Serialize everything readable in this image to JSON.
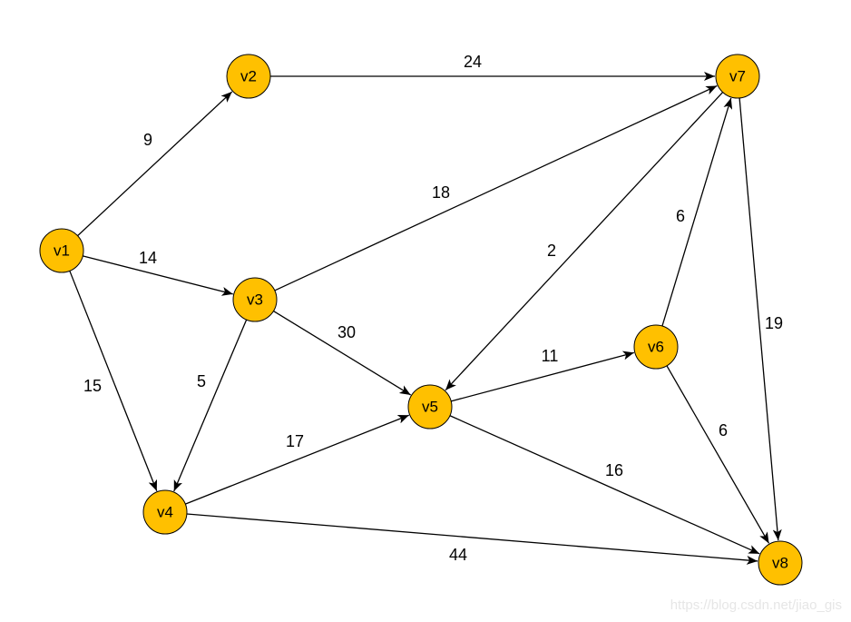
{
  "nodes": [
    {
      "id": "v1",
      "label": "v1"
    },
    {
      "id": "v2",
      "label": "v2"
    },
    {
      "id": "v3",
      "label": "v3"
    },
    {
      "id": "v4",
      "label": "v4"
    },
    {
      "id": "v5",
      "label": "v5"
    },
    {
      "id": "v6",
      "label": "v6"
    },
    {
      "id": "v7",
      "label": "v7"
    },
    {
      "id": "v8",
      "label": "v8"
    }
  ],
  "edges": [
    {
      "from": "v1",
      "to": "v2",
      "weight": "9"
    },
    {
      "from": "v1",
      "to": "v3",
      "weight": "14"
    },
    {
      "from": "v1",
      "to": "v4",
      "weight": "15"
    },
    {
      "from": "v2",
      "to": "v7",
      "weight": "24"
    },
    {
      "from": "v3",
      "to": "v7",
      "weight": "18"
    },
    {
      "from": "v3",
      "to": "v5",
      "weight": "30"
    },
    {
      "from": "v3",
      "to": "v4",
      "weight": "5"
    },
    {
      "from": "v4",
      "to": "v5",
      "weight": "17"
    },
    {
      "from": "v4",
      "to": "v8",
      "weight": "44"
    },
    {
      "from": "v5",
      "to": "v6",
      "weight": "11"
    },
    {
      "from": "v5",
      "to": "v8",
      "weight": "16"
    },
    {
      "from": "v7",
      "to": "v5",
      "weight": "2"
    },
    {
      "from": "v6",
      "to": "v7",
      "weight": "6"
    },
    {
      "from": "v6",
      "to": "v8",
      "weight": "6"
    },
    {
      "from": "v7",
      "to": "v8",
      "weight": "19"
    }
  ],
  "colors": {
    "node_fill": "#FFC000",
    "stroke": "#000000"
  },
  "watermark": "https://blog.csdn.net/jiao_gis"
}
